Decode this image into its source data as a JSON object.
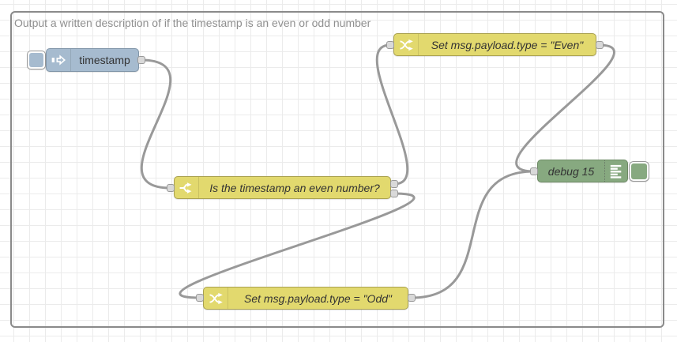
{
  "flow": {
    "comment": "Output a written description of if the timestamp is an even or odd number"
  },
  "nodes": {
    "inject": {
      "type": "inject",
      "label": "timestamp",
      "color": "#a6bbcf",
      "icon": "inject-arrow-icon",
      "has_button": true
    },
    "switch": {
      "type": "switch",
      "label": "Is the timestamp an even number?",
      "color": "#e2d96e",
      "icon": "switch-branch-icon",
      "outputs": 2
    },
    "change_even": {
      "type": "change",
      "label": "Set msg.payload.type = \"Even\"",
      "color": "#e2d96e",
      "icon": "change-swap-icon"
    },
    "change_odd": {
      "type": "change",
      "label": "Set msg.payload.type = \"Odd\"",
      "color": "#e2d96e",
      "icon": "change-swap-icon"
    },
    "debug": {
      "type": "debug",
      "label": "debug 15",
      "color": "#87a980",
      "icon": "debug-output-icon",
      "has_button": true
    }
  },
  "wires": [
    {
      "from": "timestamp",
      "to": "Is the timestamp an even number?"
    },
    {
      "from": "Is the timestamp an even number?:output-1",
      "to": "Set msg.payload.type = \"Even\""
    },
    {
      "from": "Is the timestamp an even number?:output-2",
      "to": "Set msg.payload.type = \"Odd\""
    },
    {
      "from": "Set msg.payload.type = \"Even\"",
      "to": "debug 15"
    },
    {
      "from": "Set msg.payload.type = \"Odd\"",
      "to": "debug 15"
    }
  ],
  "colors": {
    "wire": "#999999",
    "grid": "#ebebeb",
    "frame_border": "#8a8a8a",
    "port_fill": "#d9d9d9",
    "port_border": "#999999",
    "node_label": "#333333",
    "comment_text": "#8f8f8f"
  }
}
